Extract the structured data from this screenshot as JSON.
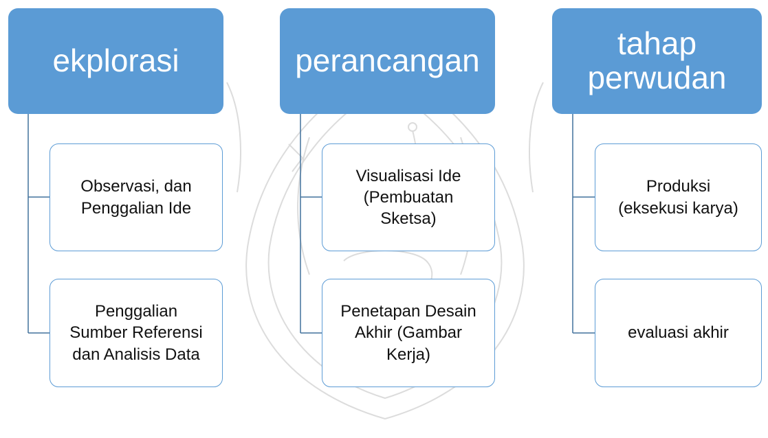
{
  "columns": [
    {
      "header": "ekplorasi",
      "items": [
        "Observasi, dan\nPenggalian Ide",
        "Penggalian\nSumber Referensi\ndan Analisis Data"
      ]
    },
    {
      "header": "perancangan",
      "items": [
        "Visualisasi Ide\n(Pembuatan\nSketsa)",
        "Penetapan Desain\nAkhir (Gambar\nKerja)"
      ]
    },
    {
      "header": "tahap\nperwudan",
      "items": [
        "Produksi\n(eksekusi karya)",
        "evaluasi akhir"
      ]
    }
  ],
  "colors": {
    "header_fill": "#5b9bd5",
    "box_border": "#5b9bd5",
    "connector": "#41719c",
    "watermark": "#d9d9d9"
  }
}
